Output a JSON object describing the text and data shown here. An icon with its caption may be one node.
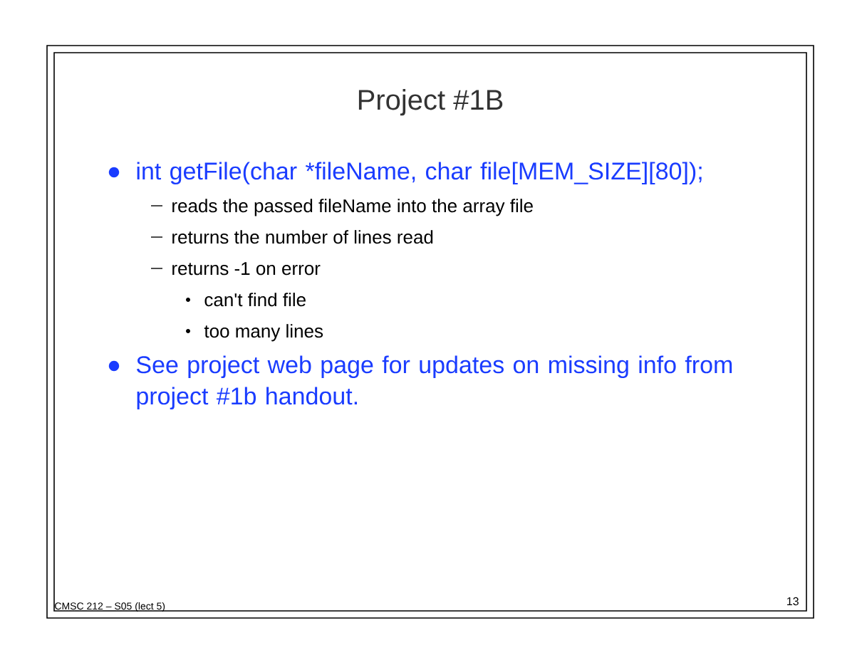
{
  "diagram": {
    "title": "Project #1B",
    "labels": [
      "int getFile(char *fileName, char file[MEM_SIZE][80]);",
      "reads the passed fileName into the array file",
      "returns the number of lines read",
      "returns -1 on error",
      "can't find file",
      "too many lines",
      "See project web page for updates on missing info from project #1b handout.",
      "CMSC 212 – S05 (lect 5)",
      "13"
    ]
  }
}
